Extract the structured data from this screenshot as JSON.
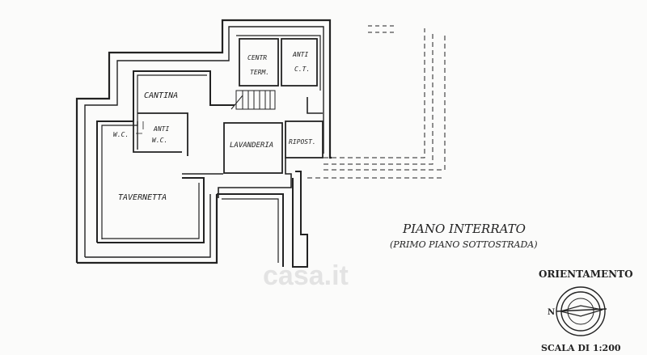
{
  "plan": {
    "title": "PIANO INTERRATO",
    "subtitle": "(PRIMO PIANO SOTTOSTRADA)"
  },
  "rooms": {
    "centr_line1": "CENTR",
    "centr_line2": "TERM.",
    "anti_ct_line1": "ANTI",
    "anti_ct_line2": "C.T.",
    "cantina": "CANTINA",
    "wc": "W.C.",
    "anti_wc_line1": "ANTI",
    "anti_wc_line2": "W.C.",
    "lavanderia": "LAVANDERIA",
    "ripost": "RIPOST.",
    "tavernetta": "TAVERNETTA"
  },
  "orientation": {
    "label": "ORIENTAMENTO",
    "north_letter": "N"
  },
  "scale": {
    "label": "SCALA DI 1:200"
  },
  "watermark": {
    "text": "casa.it"
  },
  "colors": {
    "ink": "#222222",
    "paper": "#fbfbfa",
    "watermark": "#dcdcdc"
  }
}
